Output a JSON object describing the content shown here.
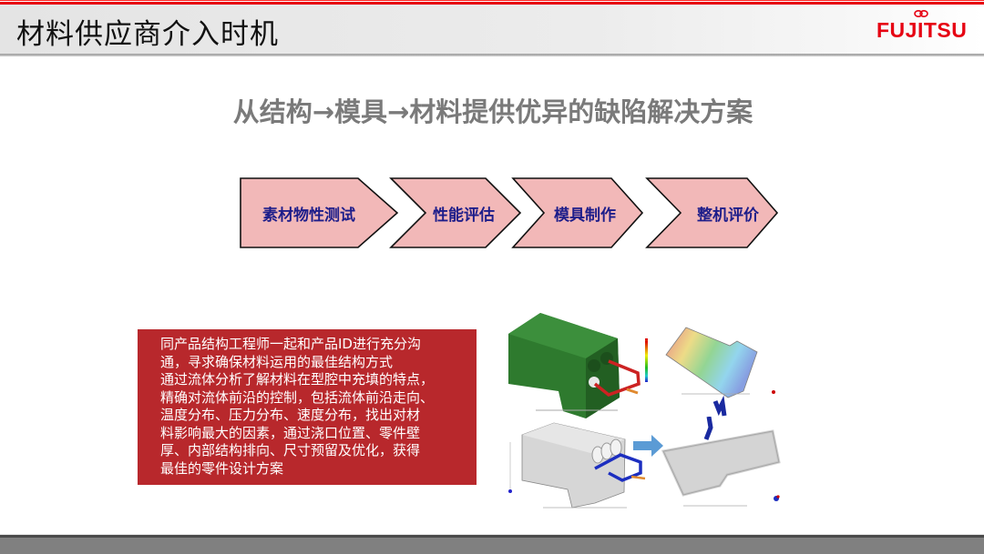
{
  "header": {
    "title": "材料供应商介入时机",
    "logo_text": "FUJITSU",
    "accent_color": "#e60012"
  },
  "subtitle": "从结构→模具→材料提供优异的缺陷解决方案",
  "flow": {
    "fill_color": "#f2b8b8",
    "text_color": "#1d1d8a",
    "steps": [
      {
        "label": "素材物性测试"
      },
      {
        "label": "性能评估"
      },
      {
        "label": "模具制作"
      },
      {
        "label": "整机评价"
      }
    ]
  },
  "description": {
    "background": "#b8282c",
    "text": "同产品结构工程师一起和产品ID进行充分沟\n通，寻求确保材料运用的最佳结构方式\n通过流体分析了解材料在型腔中充填的特点，\n精确对流体前沿的控制，包括流体前沿走向、\n温度分布、压力分布、速度分布，找出对材\n料影响最大的因素，通过浇口位置、零件壁\n厚、内部结构排向、尺寸预留及优化，获得\n最佳的零件设计方案"
  },
  "images": [
    {
      "name": "mesh-model-image",
      "description": "green meshed housing with red runner"
    },
    {
      "name": "flow-front-image",
      "description": "fill contour plate result"
    },
    {
      "name": "transparent-housing-image",
      "description": "transparent housing with blue runner"
    },
    {
      "name": "plate-part-image",
      "description": "grey plate part with gate"
    }
  ]
}
